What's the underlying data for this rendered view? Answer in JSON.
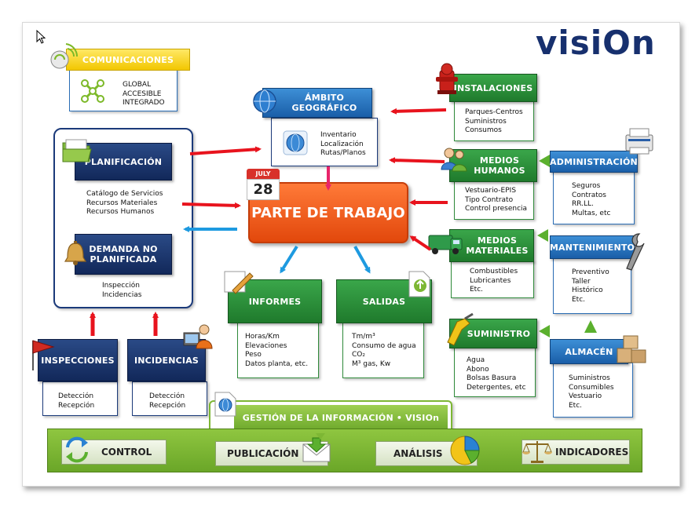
{
  "logo": {
    "text": "visiOn"
  },
  "comunicaciones": {
    "title": "COMUNICACIONES",
    "items": [
      "GLOBAL",
      "ACCESIBLE",
      "INTEGRADO"
    ]
  },
  "ambito": {
    "title": "ÁMBITO GEOGRÁFICO",
    "items": [
      "Inventario",
      "Localización",
      "Rutas/Planos"
    ]
  },
  "planificacion": {
    "title": "PLANIFICACIÓN",
    "items": [
      "Catálogo de Servicios",
      "Recursos Materiales",
      "Recursos Humanos"
    ]
  },
  "demanda": {
    "title": "DEMANDA NO PLANIFICADA",
    "items": [
      "Inspección",
      "Incidencias"
    ]
  },
  "parte": {
    "title": "PARTE DE TRABAJO",
    "cal_month": "JULY",
    "cal_day": "28"
  },
  "instalaciones": {
    "title": "INSTALACIONES",
    "items": [
      "Parques-Centros",
      "Suministros",
      "Consumos"
    ]
  },
  "medios_humanos": {
    "title": "MEDIOS HUMANOS",
    "items": [
      "Vestuario-EPIS",
      "Tipo Contrato",
      "Control presencia"
    ]
  },
  "administracion": {
    "title": "ADMINISTRACIÓN",
    "items": [
      "Seguros",
      "Contratos",
      "RR.LL.",
      "Multas, etc"
    ]
  },
  "medios_materiales": {
    "title": "MEDIOS MATERIALES",
    "items": [
      "Combustibles",
      "Lubricantes",
      "Etc."
    ]
  },
  "mantenimiento": {
    "title": "MANTENIMIENTO",
    "items": [
      "Preventivo",
      "Taller",
      "Histórico",
      "Etc."
    ]
  },
  "suministro": {
    "title": "SUMINISTRO",
    "items": [
      "Agua",
      "Abono",
      "Bolsas Basura",
      "Detergentes, etc"
    ]
  },
  "almacen": {
    "title": "ALMACÉN",
    "items": [
      "Suministros",
      "Consumibles",
      "Vestuario",
      "Etc."
    ]
  },
  "informes": {
    "title": "INFORMES",
    "items": [
      "Horas/Km",
      "Elevaciones",
      "Peso",
      "Datos planta, etc."
    ]
  },
  "salidas": {
    "title": "SALIDAS",
    "items": [
      "Tm/m³",
      "Consumo de agua",
      "CO₂",
      "M³ gas, Kw"
    ]
  },
  "inspecciones": {
    "title": "INSPECCIONES",
    "items": [
      "Detección",
      "Recepción"
    ]
  },
  "incidencias": {
    "title": "INCIDENCIAS",
    "items": [
      "Detección",
      "Recepción"
    ]
  },
  "gestion": {
    "title": "GESTIÓN DE LA INFORMACIÓN • VISIOn"
  },
  "bottom_bar": {
    "control": "CONTROL",
    "publicacion": "PUBLICACIÓN",
    "analisis": "ANÁLISIS",
    "indicadores": "INDICADORES"
  },
  "colors": {
    "navy": "#17306e",
    "green": "#2f8a3a",
    "blue": "#2a6db5",
    "orange": "#e8541a",
    "red_arrow": "#e8131d",
    "blue_arrow": "#1e9ae0",
    "yellow": "#f5cc00",
    "lime": "#7db734"
  }
}
